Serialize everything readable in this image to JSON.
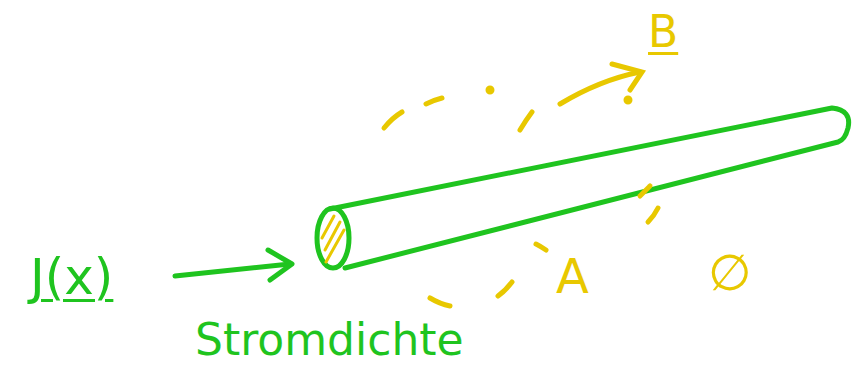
{
  "diagram": {
    "labels": [
      "J(x)",
      "Stromdichte",
      "B",
      "A",
      "∅"
    ]
  }
}
